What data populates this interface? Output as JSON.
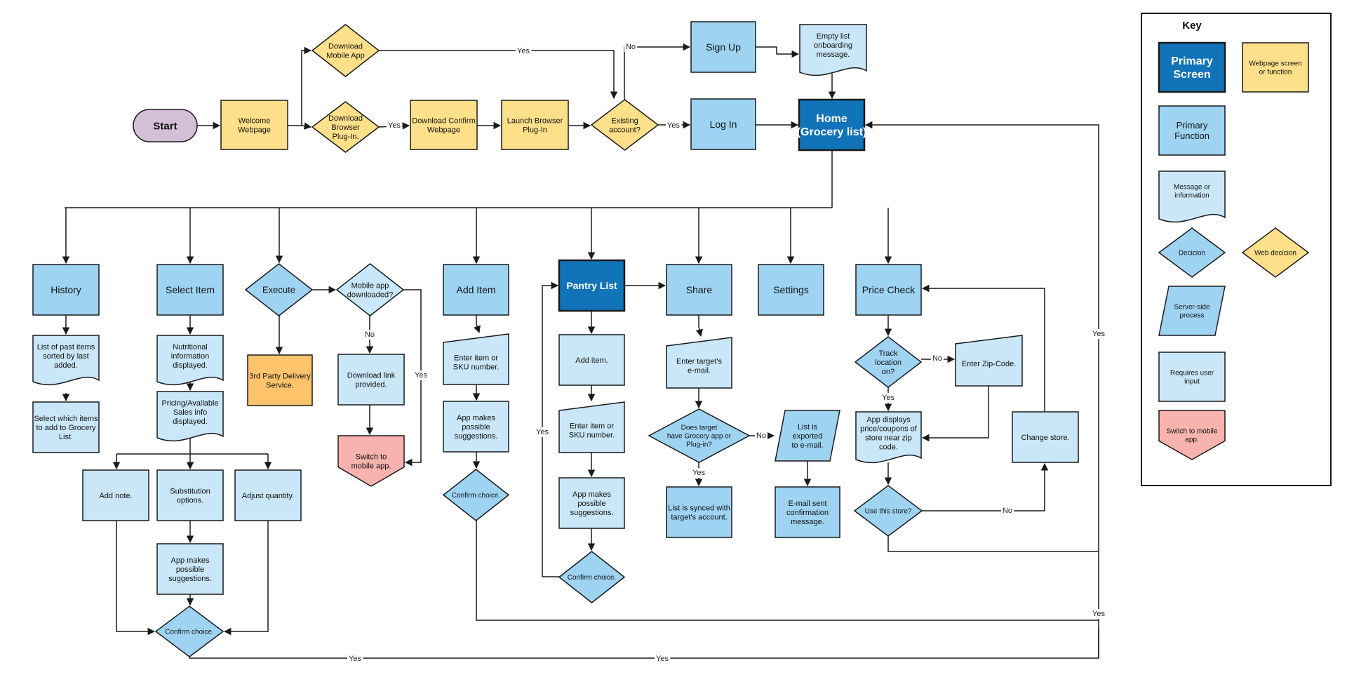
{
  "colors": {
    "primary_screen": "#1173B8",
    "primary_function": "#9ED3F2",
    "message": "#C9E7F8",
    "user_input": "#C9E7F8",
    "server": "#9ED3F2",
    "web": "#FFE08A",
    "start": "#D5BFD8",
    "mobile": "#F8B3AE",
    "delivery": "#FFC46B",
    "decision": "#9ED3F2",
    "line": "#1a1a1a"
  },
  "nodes": {
    "start": "Start",
    "welcome": "Welcome\nWebpage",
    "download_mobile": "Download\nMobile App",
    "download_plugin": "Download\nBrowser\nPlug-In.",
    "download_confirm": "Download Confirm\nWebpage",
    "launch_plugin": "Launch Browser\nPlug-In",
    "existing_account": "Existing\naccount?",
    "sign_up": "Sign Up",
    "empty_list": "Empty list\nonboarding\nmessage.",
    "log_in": "Log In",
    "home": "Home\n(Grocery list)",
    "history": "History",
    "past_items": "List of past items\nsorted by last\nadded.",
    "select_items": "Select which items\nto add to Grocery\nList.",
    "select_item": "Select Item",
    "nutritional": "Nutritional\ninformation\ndisplayed.",
    "pricing": "Pricing/Available\nSales info\ndisplayed.",
    "add_note": "Add note.",
    "substitution": "Substitution\noptions.",
    "adjust_quantity": "Adjust quantity.",
    "suggestions_1": "App makes\npossible\nsuggestions.",
    "confirm_1": "Confirm choice.",
    "execute": "Execute",
    "delivery": "3rd Party Delivery\nService.",
    "mobile_downloaded": "Mobile app\ndownloaded?",
    "download_link": "Download link\nprovided.",
    "switch_mobile": "Switch to\nmobile app.",
    "add_item": "Add Item",
    "enter_item_1": "Enter item or\nSKU number.",
    "suggestions_2": "App makes\npossible\nsuggestions.",
    "confirm_2": "Confirm choice.",
    "pantry_list": "Pantry List",
    "pantry_add": "Add item.",
    "enter_item_2": "Enter item or\nSKU number.",
    "suggestions_3": "App makes\npossible\nsuggestions.",
    "confirm_3": "Confirm choice.",
    "share": "Share",
    "enter_email": "Enter target's\ne-mail.",
    "target_has_app": "Does target\nhave Grocery app or\nPlug-in?",
    "synced": "List is synced with\ntarget's account.",
    "exported": "List is\nexported\nto e-mail.",
    "email_sent": "E-mail sent\nconfirmation\nmessage.",
    "settings": "Settings",
    "price_check": "Price Check",
    "track_location": "Track\nlocation\non?",
    "enter_zip": "Enter Zip-Code.",
    "app_displays": "App displays\nprice/coupons of\nstore near zip\ncode.",
    "use_store": "Use this store?",
    "change_store": "Change store."
  },
  "edge_labels": {
    "yes": "Yes",
    "no": "No"
  },
  "key": {
    "title": "Key",
    "primary_screen": "Primary\nScreen",
    "webpage": "Webpage screen\nor function",
    "primary_function": "Primary\nFunction",
    "message": "Message or\ninformation",
    "decision": "Decicion",
    "web_decision": "Web decicion",
    "server": "Server-side\nprocess",
    "user_input": "Requires user\ninput",
    "switch_mobile": "Switch to mobile\napp."
  }
}
